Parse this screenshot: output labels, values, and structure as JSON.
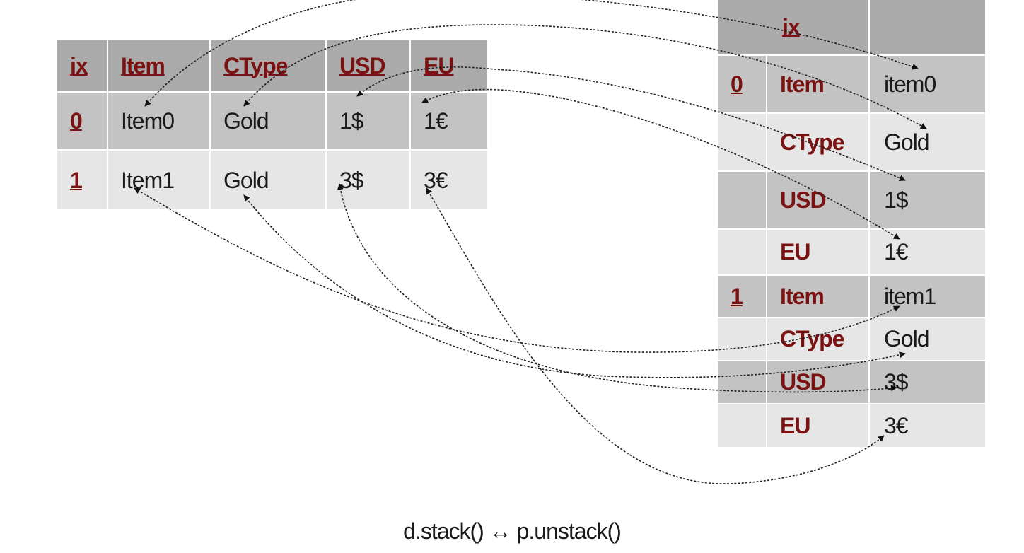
{
  "left_table": {
    "headers": [
      "ix",
      "Item",
      "CType",
      "USD",
      "EU"
    ],
    "rows": [
      [
        "0",
        "Item0",
        "Gold",
        "1$",
        "1€"
      ],
      [
        "1",
        "Item1",
        "Gold",
        "3$",
        "3€"
      ]
    ]
  },
  "right_table": {
    "header": "ix",
    "rows": [
      [
        "0",
        "Item",
        "item0"
      ],
      [
        "",
        "CType",
        "Gold"
      ],
      [
        "",
        "USD",
        "1$"
      ],
      [
        "",
        "EU",
        "1€"
      ],
      [
        "1",
        "Item",
        "item1"
      ],
      [
        "",
        "CType",
        "Gold"
      ],
      [
        "",
        "USD",
        "3$"
      ],
      [
        "",
        "EU",
        "3€"
      ]
    ]
  },
  "caption": "d.stack() ↔ p.unstack()"
}
